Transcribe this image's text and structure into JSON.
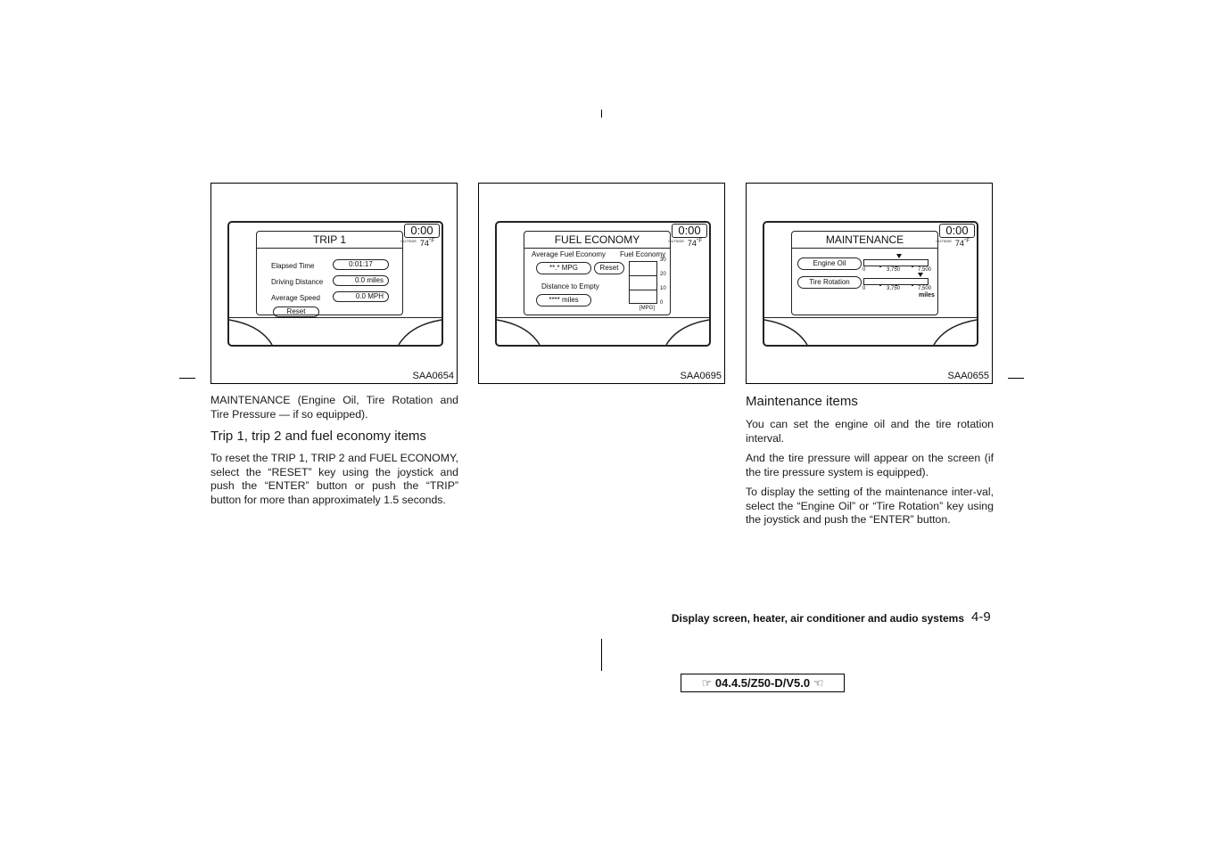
{
  "figures": [
    {
      "code": "SAA0654",
      "clock": "0:00",
      "outside_label": "OUTSIDE",
      "temperature": "74",
      "temp_unit": "°F",
      "title": "TRIP 1",
      "rows": [
        {
          "label": "Elapsed Time",
          "value": "0:01:17"
        },
        {
          "label": "Driving Distance",
          "value": "0.0 miles"
        },
        {
          "label": "Average Speed",
          "value": "0.0 MPH"
        }
      ],
      "reset_label": "Reset"
    },
    {
      "code": "SAA0695",
      "clock": "0:00",
      "outside_label": "OUTSIDE",
      "temperature": "74",
      "temp_unit": "°F",
      "title": "FUEL ECONOMY",
      "avg_label": "Average Fuel Economy",
      "avg_value": "**.* MPG",
      "reset_label": "Reset",
      "dte_label": "Distance to Empty",
      "dte_value": "**** miles",
      "graph_title": "Fuel Economy",
      "graph_ticks": [
        "30",
        "20",
        "10",
        "0"
      ],
      "graph_unit": "[MPG]"
    },
    {
      "code": "SAA0655",
      "clock": "0:00",
      "outside_label": "OUTSIDE",
      "temperature": "74",
      "temp_unit": "°F",
      "title": "MAINTENANCE",
      "items": [
        {
          "label": "Engine Oil",
          "scale": [
            "0",
            "3,750",
            "7,500"
          ],
          "marker_pct": 53
        },
        {
          "label": "Tire Rotation",
          "scale": [
            "0",
            "3,750",
            "7,500"
          ],
          "marker_pct": 87
        }
      ],
      "unit": "miles"
    }
  ],
  "left_column": {
    "intro": "MAINTENANCE (Engine Oil, Tire Rotation and Tire Pressure — if so equipped).",
    "heading": "Trip 1, trip 2 and fuel economy items",
    "body": "To reset the TRIP 1, TRIP 2 and FUEL ECONOMY, select the “RESET” key using the joystick and push the “ENTER” button or push the “TRIP” button for more than approximately 1.5 seconds."
  },
  "right_column": {
    "heading": "Maintenance items",
    "p1": "You can set the engine oil and the tire rotation interval.",
    "p2": "And the tire pressure will appear on the screen (if the tire pressure system is equipped).",
    "p3": "To display the setting of the maintenance inter-val, select the “Engine Oil” or “Tire Rotation” key using the joystick and push the “ENTER” button."
  },
  "footer": {
    "section_title": "Display screen, heater, air conditioner and audio systems",
    "page": "4-9",
    "version": "04.4.5/Z50-D/V5.0",
    "hand_left": "☞",
    "hand_right": "☜"
  }
}
